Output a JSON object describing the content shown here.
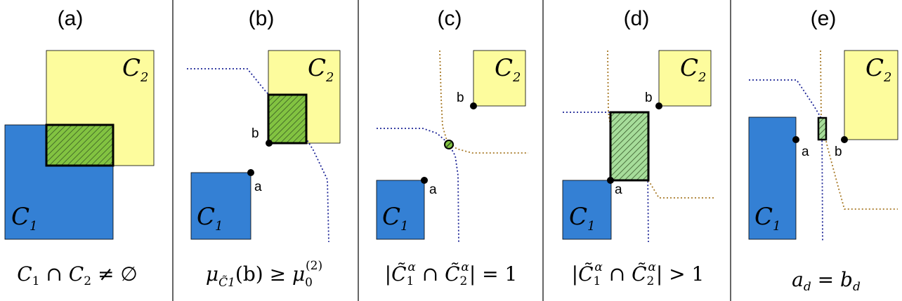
{
  "colors": {
    "blue": "#3480d4",
    "yellow": "#fdfc9d",
    "green_dark": "#82c341",
    "green_light": "#a6dd9a",
    "hatch": "#2d4a1e",
    "blue_line": "#1d2596",
    "brown_line": "#a87a28"
  },
  "panels": [
    {
      "letter": "(a)",
      "c1": "C",
      "c1_sub": "1",
      "c2": "C",
      "c2_sub": "2",
      "caption": {
        "lhs": "C",
        "lhs_sub": "1",
        "op": " ∩ ",
        "rhs": "C",
        "rhs_sub": "2",
        "rel": " ≠ ∅"
      }
    },
    {
      "letter": "(b)",
      "c1": "C",
      "c1_sub": "1",
      "c2": "C",
      "c2_sub": "2",
      "point_a": "a",
      "point_b": "b",
      "caption": {
        "mu": "μ",
        "mu_sub": "C̃1",
        "arg": "(b) ≥ ",
        "mu2": "μ",
        "mu2_sub": "0",
        "mu2_sup": "(2)"
      }
    },
    {
      "letter": "(c)",
      "c1": "C",
      "c1_sub": "1",
      "c2": "C",
      "c2_sub": "2",
      "point_a": "a",
      "point_b": "b",
      "caption": {
        "text_l": "|",
        "c1": "C̃",
        "c1_sub": "1",
        "c1_sup": "α",
        "op": " ∩ ",
        "c2": "C̃",
        "c2_sub": "2",
        "c2_sup": "α",
        "text_r": "| = 1"
      }
    },
    {
      "letter": "(d)",
      "c1": "C",
      "c1_sub": "1",
      "c2": "C",
      "c2_sub": "2",
      "point_a": "a",
      "point_b": "b",
      "caption": {
        "text_l": "|",
        "c1": "C̃",
        "c1_sub": "1",
        "c1_sup": "α",
        "op": " ∩ ",
        "c2": "C̃",
        "c2_sub": "2",
        "c2_sup": "α",
        "text_r": "| > 1"
      }
    },
    {
      "letter": "(e)",
      "c1": "C",
      "c1_sub": "1",
      "c2": "C",
      "c2_sub": "2",
      "point_a": "a",
      "point_b": "b",
      "caption": {
        "lhs": "a",
        "lhs_sub": "d",
        "op": " = ",
        "rhs": "b",
        "rhs_sub": "d"
      }
    }
  ]
}
